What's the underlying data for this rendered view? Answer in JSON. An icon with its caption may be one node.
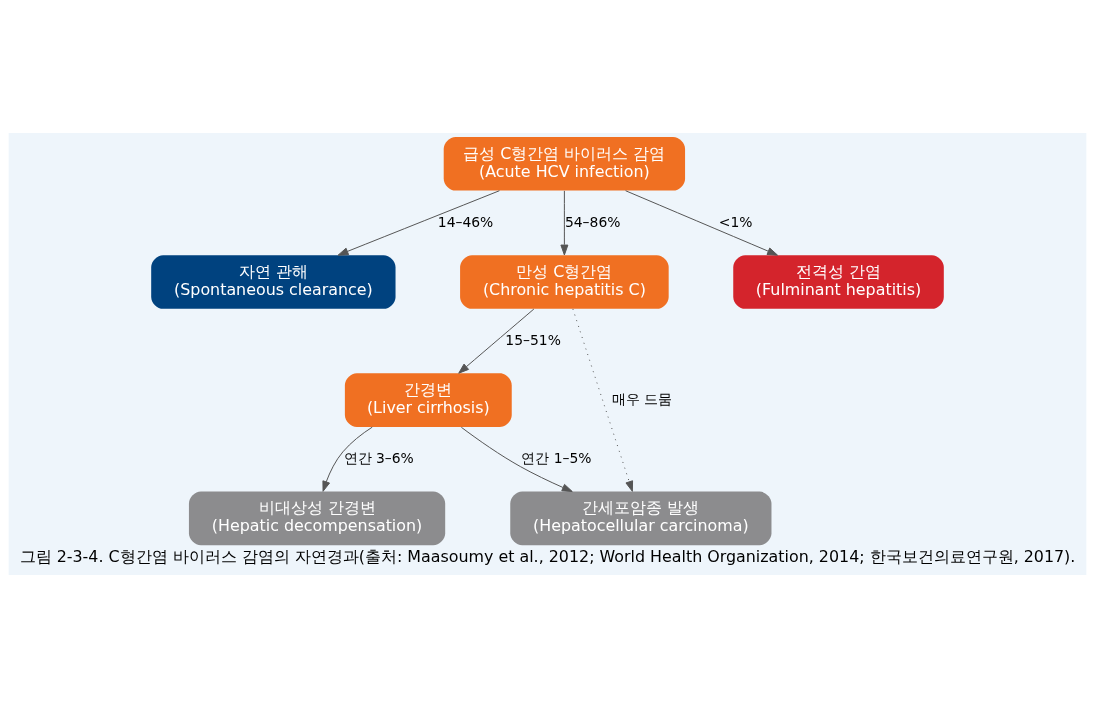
{
  "diagram": {
    "caption": "그림 2-3-4. C형간염 바이러스 감염의 자연경과(출처: Maasoumy et al., 2012; World Health Organization, 2014; 한국보건의료연구원, 2017).",
    "nodes": [
      {
        "text": [
          "급성 C형간염 바이러스 감염",
          "(Acute HCV infection)"
        ]
      },
      {
        "text": [
          "자연 관해",
          "(Spontaneous clearance)"
        ]
      },
      {
        "text": [
          "만성 C형간염",
          "(Chronic hepatitis C)"
        ]
      },
      {
        "text": [
          "전격성 간염",
          "(Fulminant hepatitis)"
        ]
      },
      {
        "text": [
          "간경변",
          "(Liver cirrhosis)"
        ]
      },
      {
        "text": [
          "간세포암종 발생",
          "(Hepatocellular carcinoma)"
        ]
      },
      {
        "text": [
          "비대상성 간경변",
          "(Hepatic decompensation)"
        ]
      }
    ],
    "edges": [
      {
        "from": 0,
        "to": 1,
        "arrow": "to",
        "label": "14–46%"
      },
      {
        "from": 0,
        "to": 2,
        "arrow": "to",
        "label": "54–86%"
      },
      {
        "from": 0,
        "to": 3,
        "arrow": "to",
        "label": "<1%"
      },
      {
        "from": 2,
        "to": 4,
        "arrow": "to",
        "label": "15–51%"
      },
      {
        "from": 2,
        "to": 5,
        "arrow": "to",
        "label": "매우 드뭄",
        "style": "dashed"
      },
      {
        "from": 4,
        "to": 5,
        "arrow": "to",
        "label": "연간 1–5%"
      },
      {
        "from": 4,
        "to": 6,
        "arrow": "to",
        "label": "연간 3–6%"
      }
    ]
  }
}
